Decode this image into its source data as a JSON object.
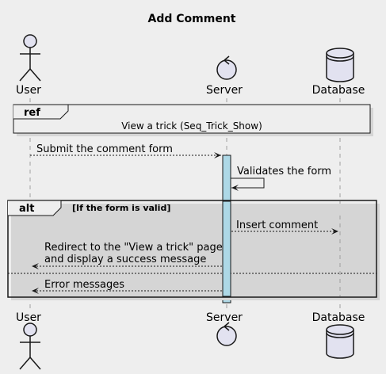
{
  "title": "Add Comment",
  "participants": {
    "user": "User",
    "server": "Server",
    "database": "Database"
  },
  "ref": {
    "label": "ref",
    "text": "View a trick (Seq_Trick_Show)"
  },
  "messages": {
    "submit": "Submit the comment form",
    "validate": "Validates the form",
    "insert": "Insert comment",
    "redirect_line1": "Redirect to the \"View a trick\" page",
    "redirect_line2": "and display a success message",
    "error": "Error messages"
  },
  "alt": {
    "label": "alt",
    "condition": "[If the form is valid]"
  },
  "colors": {
    "background": "#EEEEEE",
    "participant_fill": "#E2E2F0",
    "activation_fill": "#ADD8E6",
    "stroke": "#181818"
  }
}
